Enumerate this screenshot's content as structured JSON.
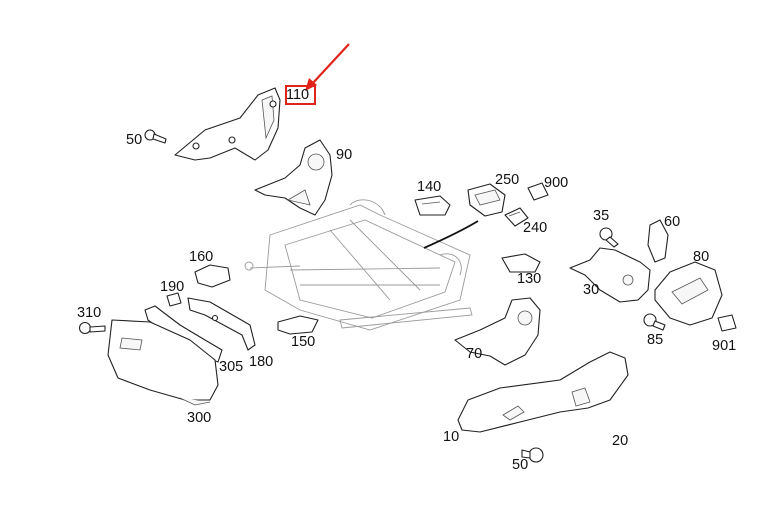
{
  "highlight_color": "#e0241b",
  "labels": {
    "p10": "10",
    "p20": "20",
    "p30": "30",
    "p35": "35",
    "p50a": "50",
    "p50b": "50",
    "p60": "60",
    "p70": "70",
    "p80": "80",
    "p85": "85",
    "p90": "90",
    "p110": "110",
    "p130": "130",
    "p140": "140",
    "p150": "150",
    "p160": "160",
    "p180": "180",
    "p190": "190",
    "p240": "240",
    "p250": "250",
    "p300": "300",
    "p305": "305",
    "p310": "310",
    "p900": "900",
    "p901": "901"
  },
  "highlighted_part": "110"
}
